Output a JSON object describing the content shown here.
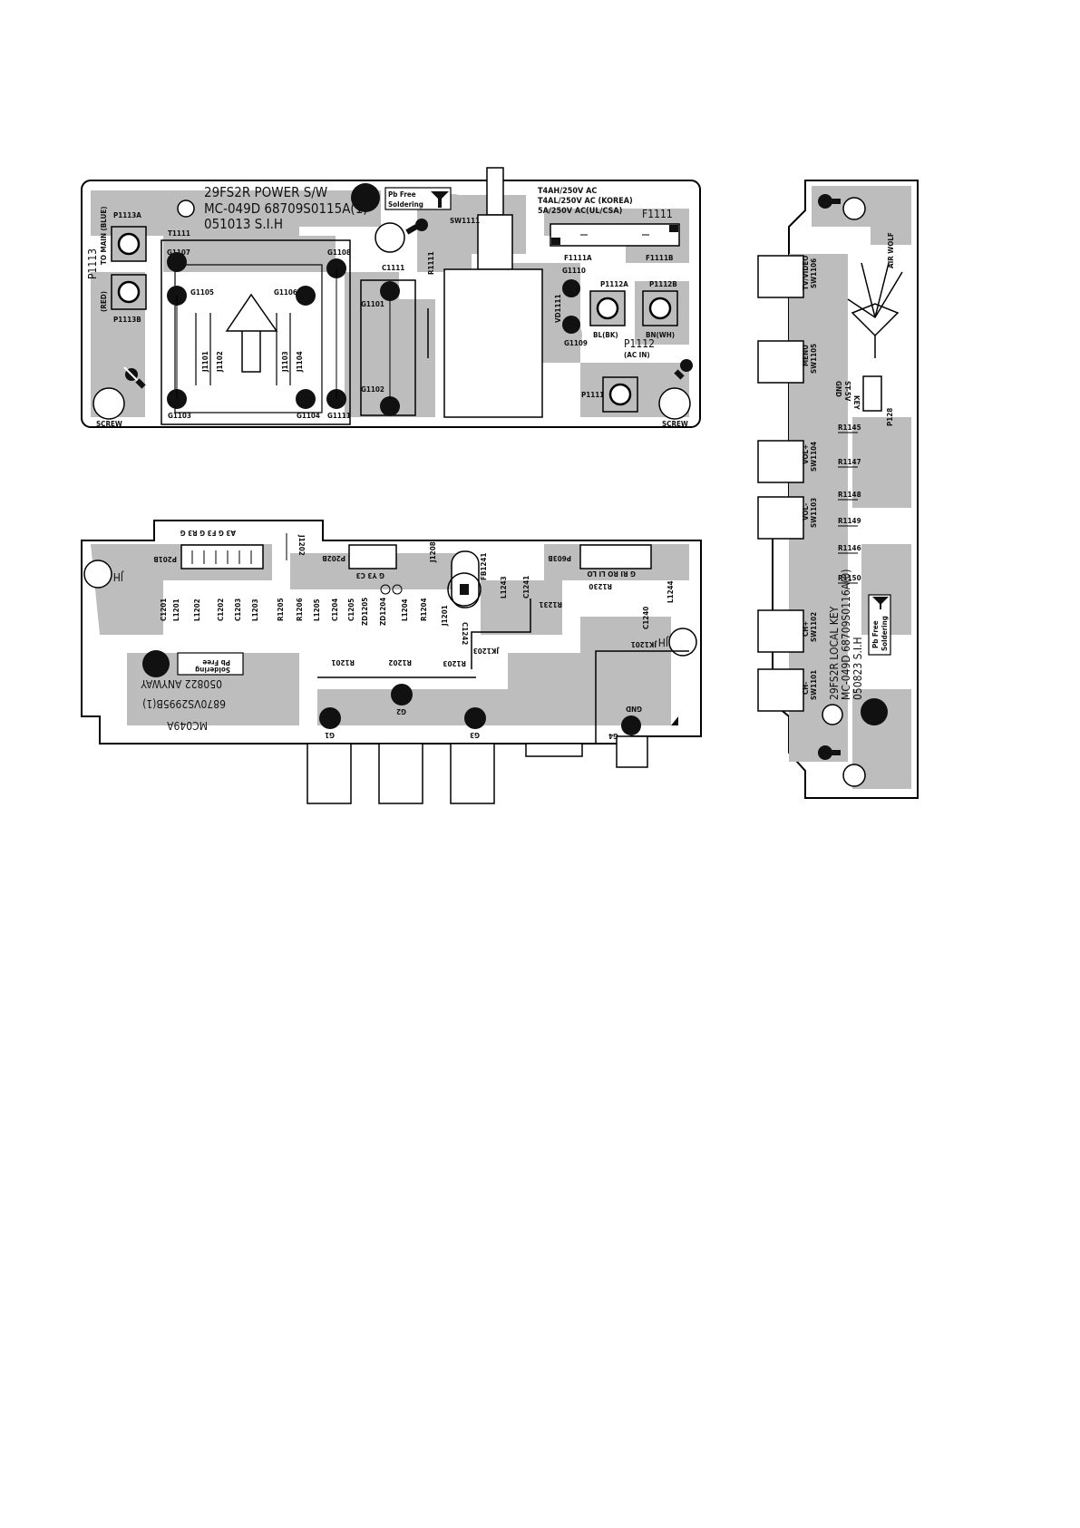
{
  "power_board": {
    "title": "29FS2R POWER S/W",
    "model": "MC-049D 68709S0115A(1)",
    "date": "051013 S.I.H",
    "pb_free_line1": "Pb Free",
    "pb_free_line2": "Soldering",
    "fuse_spec1": "T4AH/250V AC",
    "fuse_spec2": "T4AL/250V AC (KOREA)",
    "fuse_spec3": "5A/250V AC(UL/CSA)",
    "fuse": "F1111",
    "fuse_a": "F1111A",
    "fuse_b": "F1111B",
    "p1113": "P1113",
    "p1113_note": "TO MAIN (BLUE)",
    "p1113_red": "(RED)",
    "p1113a": "P1113A",
    "p1113b": "P1113B",
    "t1111": "T1111",
    "g1107": "G1107",
    "g1105": "G1105",
    "g1106": "G1106",
    "g1108": "G1108",
    "g1103": "G1103",
    "g1104": "G1104",
    "g1111": "G1111",
    "j1101": "J1101",
    "j1102": "J1102",
    "j1103": "J1103",
    "j1104": "J1104",
    "c1111": "C1111",
    "r1111": "R1111",
    "g1101": "G1101",
    "g1102": "G1102",
    "sw1111": "SW1111",
    "g1110": "G1110",
    "g1109": "G1109",
    "vd1111": "VD1111",
    "p1112a": "P1112A",
    "p1112b": "P1112B",
    "bl": "BL(BK)",
    "bn": "BN(WH)",
    "p1112": "P1112",
    "ac_in": "(AC IN)",
    "p1111": "P1111",
    "screw": "SCREW"
  },
  "av_board": {
    "model": "MC049A",
    "part": "6870VS2995B(1)",
    "date": "050822 ANYWAY",
    "pb_free_line1": "Pb Free",
    "pb_free_line2": "Soldering",
    "p201b": "P201B",
    "p201b_pins": "A3 G F3 G R3 G",
    "j1202": "J1202",
    "p202b": "P202B",
    "p202b_pins": "G Y3 C3",
    "j1208": "J1208",
    "fb1241": "FB1241",
    "l1243": "L1243",
    "c1241": "C1241",
    "p603b": "P603B",
    "p603b_pins": "G RI RO LI LO",
    "r1230": "R1230",
    "c1240": "C1240",
    "l1244": "L1244",
    "r1231": "R1231",
    "j1201": "J1201",
    "c1242": "C1242",
    "jk1201": "JK1201",
    "jk1203": "JK1203",
    "c1201": "C1201",
    "l1201": "L1201",
    "l1202": "L1202",
    "c1202": "C1202",
    "c1203": "C1203",
    "l1203": "L1203",
    "r1205": "R1205",
    "r1206": "R1206",
    "l1205": "L1205",
    "c1204": "C1204",
    "c1205": "C1205",
    "zd1205": "ZD1205",
    "zd1204": "ZD1204",
    "l1204": "L1204",
    "r1204": "R1204",
    "r1201": "R1201",
    "r1202": "R1202",
    "r1203": "R1203",
    "g1": "G1",
    "g2": "G2",
    "g3": "G3",
    "g4": "G4",
    "gnd": "GND",
    "jh": "JH"
  },
  "key_board": {
    "line1": "29FS2R LOCAL KEY",
    "line2": "MC-049D 68709S0116A(0)",
    "line3": "050823 S.I.H",
    "pb_free_line1": "Pb Free",
    "pb_free_line2": "Soldering",
    "air_wolf": "AIR WOLF",
    "sw1106": "SW1106",
    "tv_video": "TV/VIDEO",
    "sw1105": "SW1105",
    "menu": "MENU",
    "sw1104": "SW1104",
    "vol_plus": "VOL+",
    "sw1103": "SW1103",
    "vol_minus": "VOL-",
    "sw1102": "SW1102",
    "ch_plus": "CH+",
    "sw1101": "SW1101",
    "ch_minus": "CH-",
    "gnd": "GND",
    "st5v": "ST-5V",
    "key": "KEY",
    "p128": "P128",
    "r1145": "R1145",
    "r1147": "R1147",
    "r1148": "R1148",
    "r1149": "R1149",
    "r1146": "R1146",
    "r1150": "R1150"
  }
}
